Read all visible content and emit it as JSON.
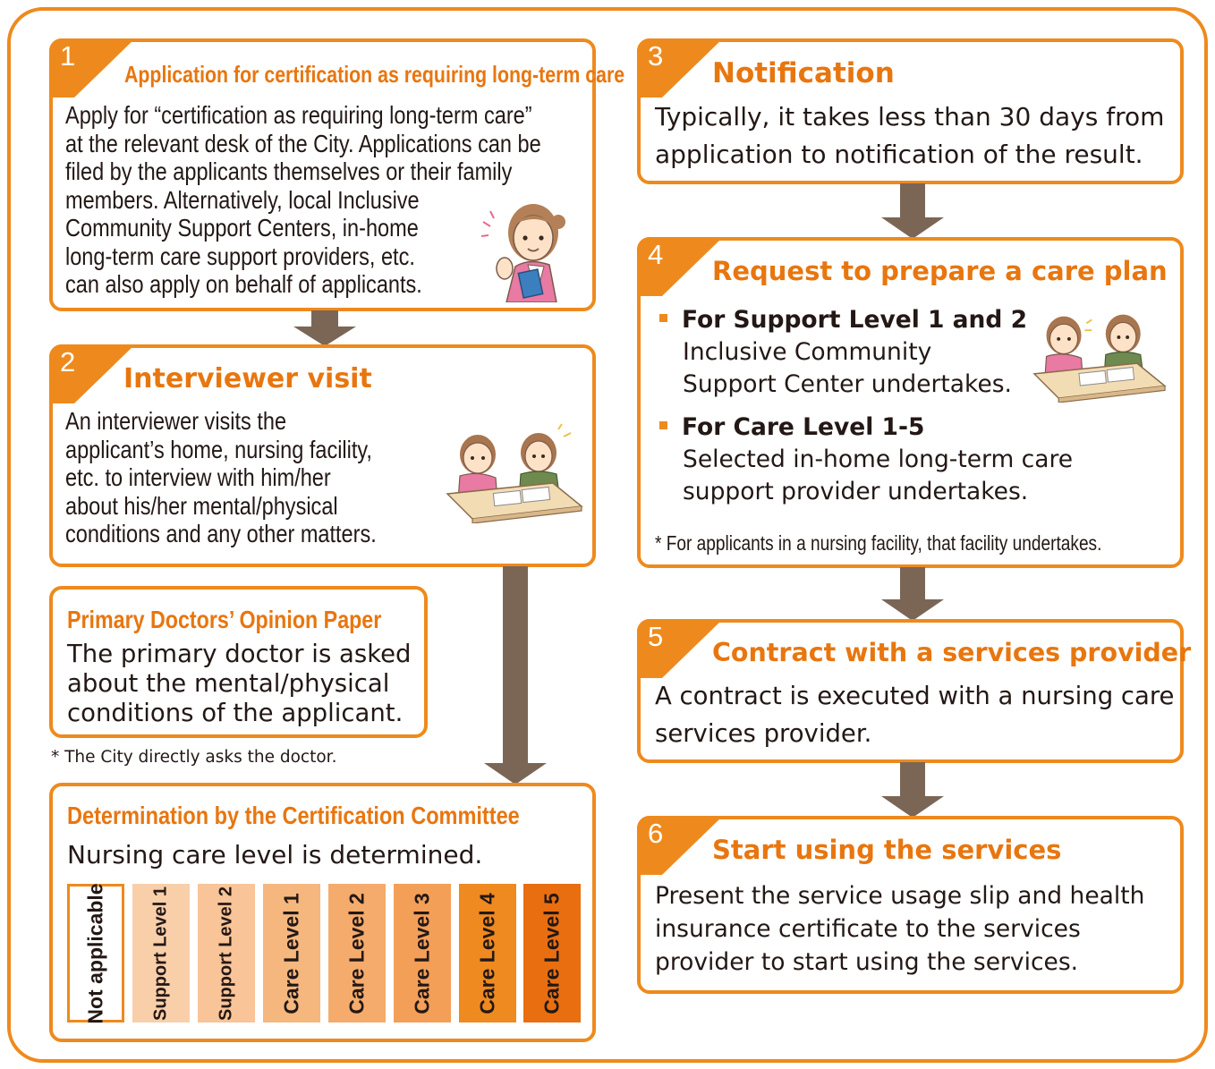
{
  "steps": [
    {
      "number": "1",
      "title": "Application for certification as requiring long-term care",
      "lines": [
        "Apply for “certification as requiring long-term care”",
        "at the relevant desk of the City. Applications can be",
        "filed by the applicants themselves or their family",
        "members. Alternatively, local Inclusive",
        "Community Support Centers, in-home",
        "long-term care support providers, etc.",
        "can also apply on behalf of applicants."
      ]
    },
    {
      "number": "2",
      "title": "Interviewer visit",
      "lines": [
        "An interviewer visits the",
        "applicant’s home, nursing facility,",
        "etc. to interview with him/her",
        "about his/her mental/physical",
        "conditions and any other matters."
      ]
    },
    {
      "number": "3",
      "title": "Notification",
      "lines": [
        "Typically, it takes less than 30 days from",
        "application to notification of the result."
      ]
    },
    {
      "number": "4",
      "title": "Request to prepare a care plan",
      "support_heading": "For Support Level 1 and 2",
      "support_lines": [
        "Inclusive Community",
        "Support Center undertakes."
      ],
      "care_heading": "For Care Level 1-5",
      "care_lines": [
        "Selected in-home long-term care",
        "support provider undertakes."
      ],
      "note": "* For applicants in a nursing facility, that facility undertakes."
    },
    {
      "number": "5",
      "title": "Contract with a services provider",
      "lines": [
        "A contract is executed with a nursing care",
        "services provider."
      ]
    },
    {
      "number": "6",
      "title": "Start using the services",
      "lines": [
        "Present the service usage slip and health",
        "insurance certificate to the services",
        "provider to start using the services."
      ]
    }
  ],
  "doctor": {
    "title": "Primary Doctors’ Opinion Paper",
    "lines": [
      "The primary doctor is asked",
      "about the mental/physical",
      "conditions of the applicant."
    ],
    "note": "* The City directly asks the doctor."
  },
  "committee": {
    "title": "Determination by the Certification Committee",
    "text": "Nursing care level is determined.",
    "levels": [
      {
        "label": "Not applicable",
        "color": "#ffffff"
      },
      {
        "label": "Support Level 1",
        "color": "#f9cfaa"
      },
      {
        "label": "Support Level 2",
        "color": "#f8c498"
      },
      {
        "label": "Care Level 1",
        "color": "#f5b77e"
      },
      {
        "label": "Care Level 2",
        "color": "#f4ab6c"
      },
      {
        "label": "Care Level 3",
        "color": "#f39f58"
      },
      {
        "label": "Care Level 4",
        "color": "#ef8a20"
      },
      {
        "label": "Care Level 5",
        "color": "#e96e10"
      }
    ]
  },
  "colors": {
    "accent": "#ee8a1d",
    "title": "#e8760f",
    "arrow": "#7b6656",
    "text": "#231815"
  }
}
